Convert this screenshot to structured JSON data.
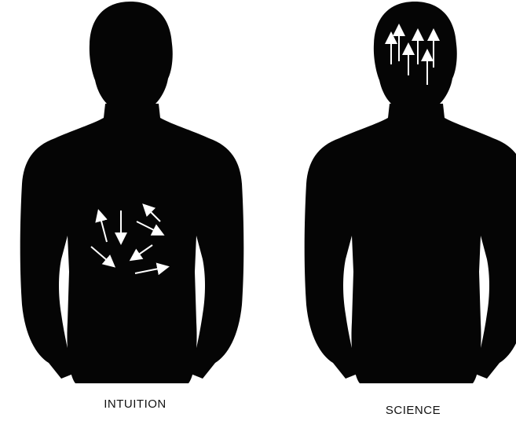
{
  "figures": [
    {
      "id": "intuition",
      "caption": "INTUITION",
      "silhouette_color": "#050505",
      "arrow_color": "#ffffff",
      "arrow_region": "belly",
      "arrow_pattern": "scattered"
    },
    {
      "id": "science",
      "caption": "SCIENCE",
      "silhouette_color": "#050505",
      "arrow_color": "#ffffff",
      "arrow_region": "head",
      "arrow_pattern": "all-upward"
    }
  ]
}
